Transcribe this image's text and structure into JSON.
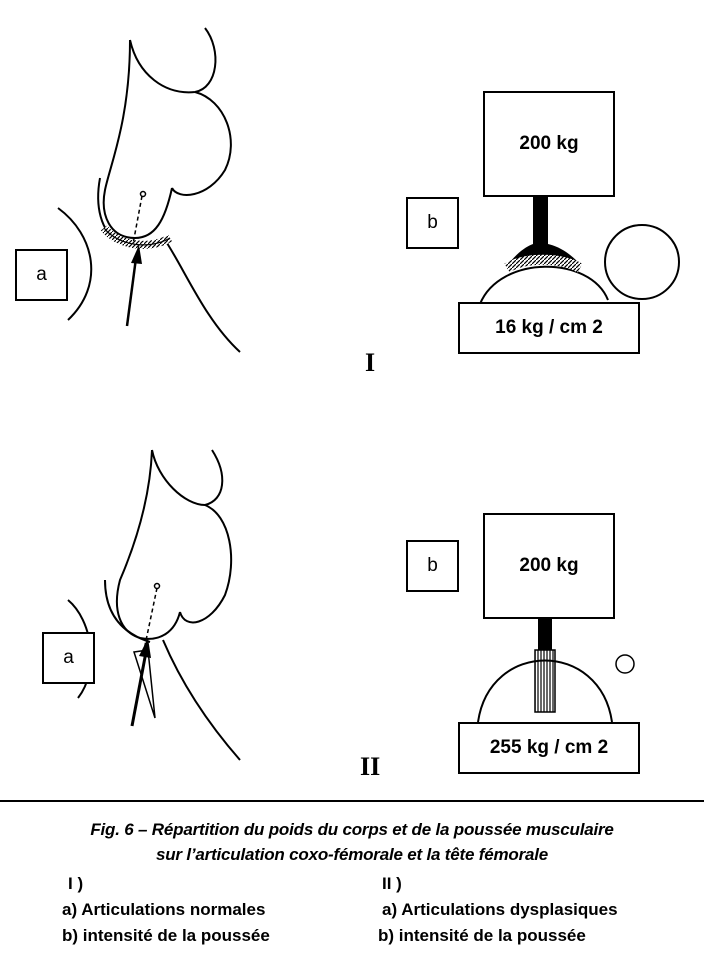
{
  "panel_I": {
    "roman": "I",
    "label_a": "a",
    "label_b": "b",
    "weight": "200 kg",
    "pressure": "16 kg / cm 2"
  },
  "panel_II": {
    "roman": "II",
    "label_a": "a",
    "label_b": "b",
    "weight": "200 kg",
    "pressure": "255 kg / cm 2"
  },
  "caption": {
    "line1": "Fig. 6 – Répartition du poids du corps et de la poussée musculaire",
    "line2": "sur l’articulation coxo-fémorale et la tête fémorale"
  },
  "legend": {
    "left": {
      "heading": "I )",
      "a": "a) Articulations normales",
      "b": "b) intensité de la poussée"
    },
    "right": {
      "heading": "II )",
      "a": "a) Articulations dysplasiques",
      "b": "b) intensité de la poussée"
    }
  }
}
